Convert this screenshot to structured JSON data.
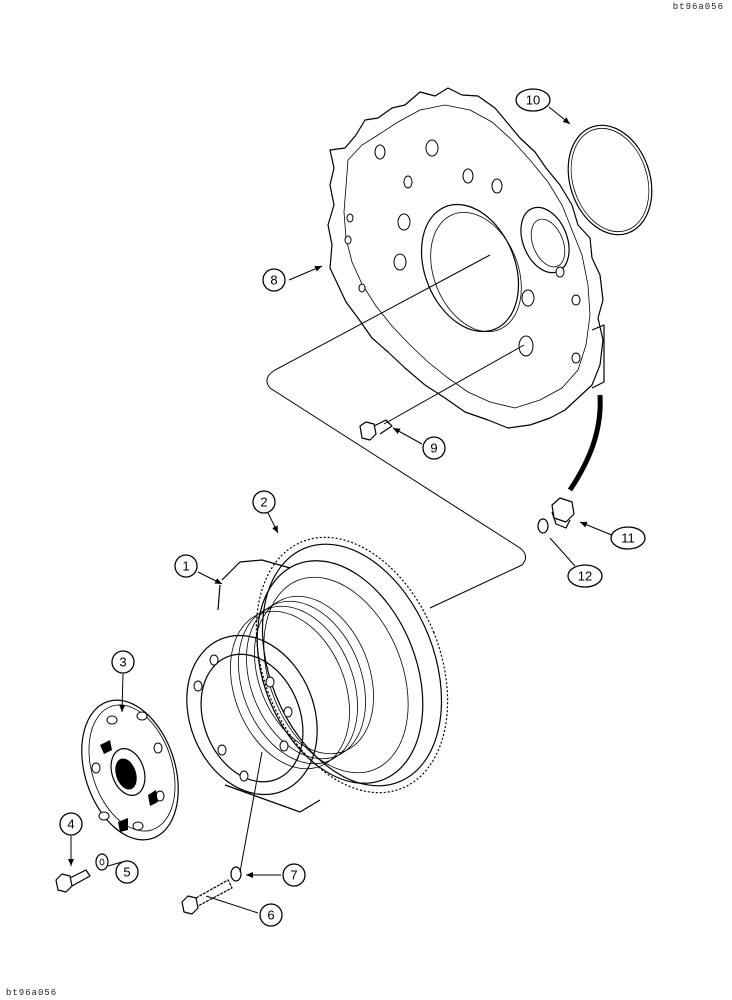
{
  "drawing_code": "bt96a056",
  "callouts": [
    {
      "id": "1",
      "label": "1"
    },
    {
      "id": "2",
      "label": "2"
    },
    {
      "id": "3",
      "label": "3"
    },
    {
      "id": "4",
      "label": "4"
    },
    {
      "id": "5",
      "label": "5"
    },
    {
      "id": "6",
      "label": "6"
    },
    {
      "id": "7",
      "label": "7"
    },
    {
      "id": "8",
      "label": "8"
    },
    {
      "id": "9",
      "label": "9"
    },
    {
      "id": "10",
      "label": "10"
    },
    {
      "id": "11",
      "label": "11"
    },
    {
      "id": "12",
      "label": "12"
    }
  ]
}
